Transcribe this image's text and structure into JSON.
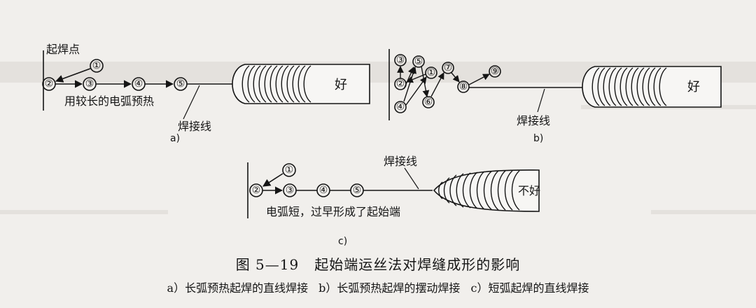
{
  "figure": {
    "number": "图 5—19",
    "title": "起始端运丝法对焊缝成形的影响",
    "subcaption": "a）长弧预热起焊的直线焊接  b）长弧预热起焊的摆动焊接  c）短弧起焊的直线焊接"
  },
  "panel_a": {
    "label": "a)",
    "start_label": "起焊点",
    "note": "用较长的电弧预热",
    "line_label": "焊接线",
    "result": "好",
    "points": [
      "①",
      "②",
      "③",
      "④",
      "⑤"
    ]
  },
  "panel_b": {
    "label": "b)",
    "line_label": "焊接线",
    "result": "好",
    "points": [
      "①",
      "②",
      "③",
      "④",
      "⑤",
      "⑥",
      "⑦",
      "⑧",
      "⑨"
    ]
  },
  "panel_c": {
    "label": "c)",
    "line_label": "焊接线",
    "note": "电弧短，过早形成了起始端",
    "result": "不好",
    "points": [
      "①",
      "②",
      "③",
      "④",
      "⑤"
    ]
  }
}
